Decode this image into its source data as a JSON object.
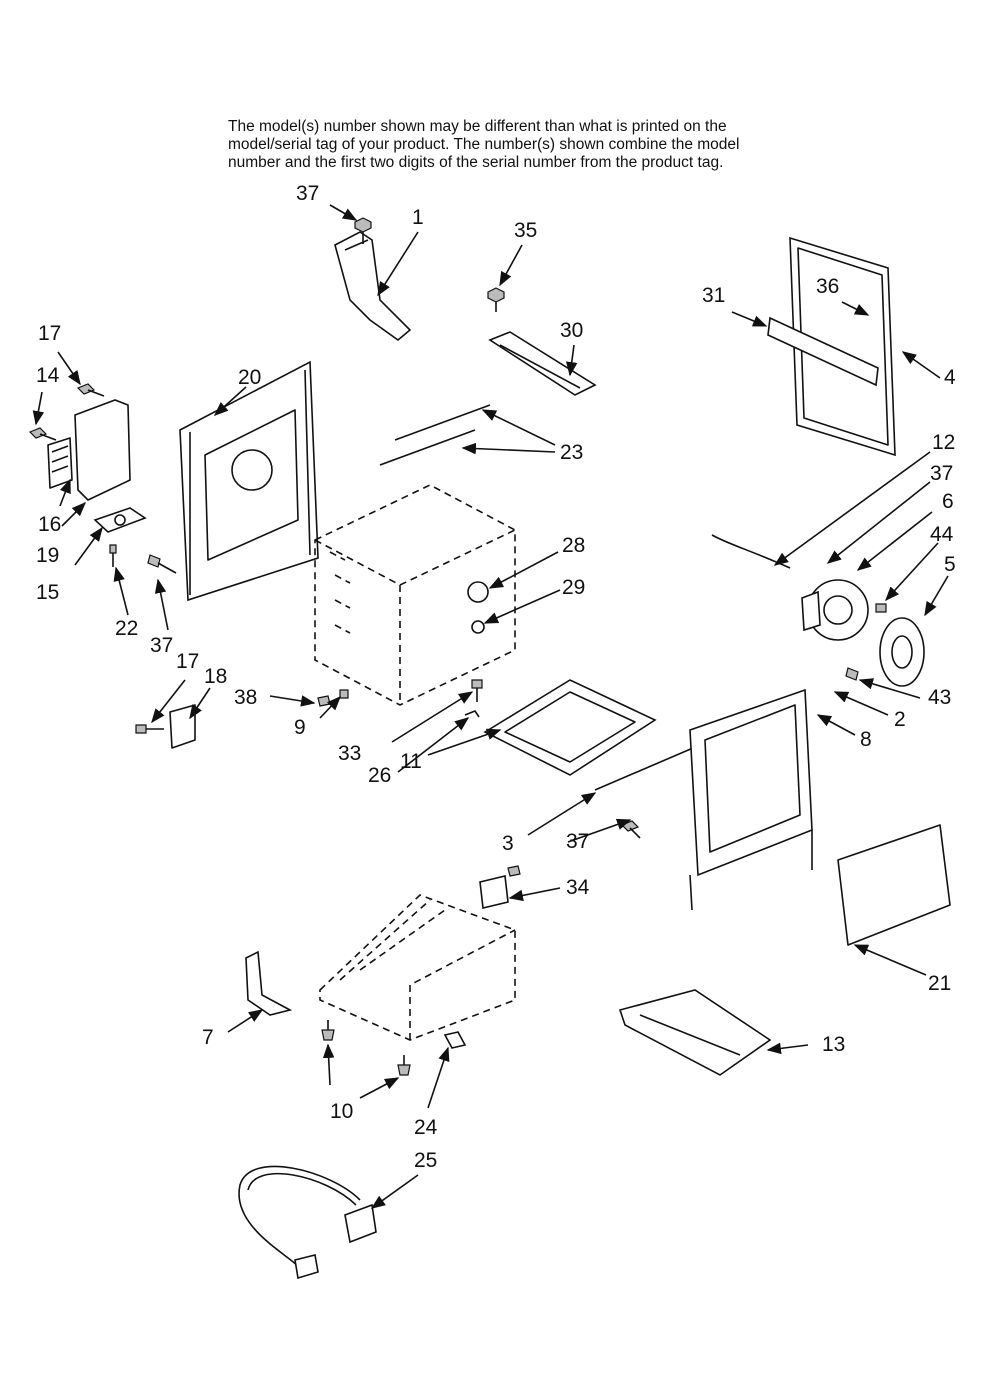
{
  "note": {
    "lines": [
      "The model(s) number shown may be different than what is printed on the",
      "model/serial tag of your product. The number(s) shown combine the model",
      "number and the first two digits of the serial number from the product tag."
    ]
  },
  "callouts": [
    {
      "id": "c37a",
      "text": "37"
    },
    {
      "id": "c1",
      "text": "1"
    },
    {
      "id": "c35",
      "text": "35"
    },
    {
      "id": "c30",
      "text": "30"
    },
    {
      "id": "c31",
      "text": "31"
    },
    {
      "id": "c36",
      "text": "36"
    },
    {
      "id": "c4",
      "text": "4"
    },
    {
      "id": "c17a",
      "text": "17"
    },
    {
      "id": "c14",
      "text": "14"
    },
    {
      "id": "c20",
      "text": "20"
    },
    {
      "id": "c23",
      "text": "23"
    },
    {
      "id": "c12",
      "text": "12"
    },
    {
      "id": "c37b",
      "text": "37"
    },
    {
      "id": "c6",
      "text": "6"
    },
    {
      "id": "c44",
      "text": "44"
    },
    {
      "id": "c5",
      "text": "5"
    },
    {
      "id": "c16",
      "text": "16"
    },
    {
      "id": "c19",
      "text": "19"
    },
    {
      "id": "c15",
      "text": "15"
    },
    {
      "id": "c22",
      "text": "22"
    },
    {
      "id": "c37c",
      "text": "37"
    },
    {
      "id": "c28",
      "text": "28"
    },
    {
      "id": "c29",
      "text": "29"
    },
    {
      "id": "c17b",
      "text": "17"
    },
    {
      "id": "c18",
      "text": "18"
    },
    {
      "id": "c38",
      "text": "38"
    },
    {
      "id": "c9",
      "text": "9"
    },
    {
      "id": "c33",
      "text": "33"
    },
    {
      "id": "c26",
      "text": "26"
    },
    {
      "id": "c11",
      "text": "11"
    },
    {
      "id": "c43",
      "text": "43"
    },
    {
      "id": "c2",
      "text": "2"
    },
    {
      "id": "c8",
      "text": "8"
    },
    {
      "id": "c3",
      "text": "3"
    },
    {
      "id": "c37d",
      "text": "37"
    },
    {
      "id": "c34",
      "text": "34"
    },
    {
      "id": "c21",
      "text": "21"
    },
    {
      "id": "c7",
      "text": "7"
    },
    {
      "id": "c13",
      "text": "13"
    },
    {
      "id": "c10",
      "text": "10"
    },
    {
      "id": "c24",
      "text": "24"
    },
    {
      "id": "c25",
      "text": "25"
    }
  ]
}
